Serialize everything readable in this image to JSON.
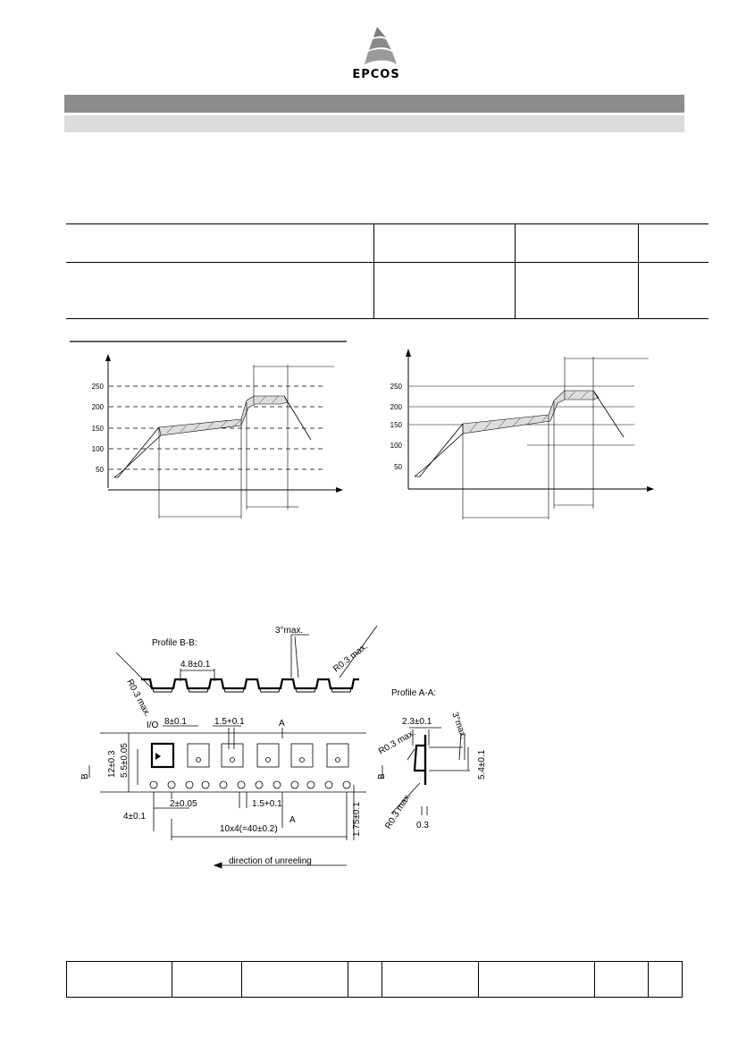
{
  "header": {
    "brand": "EPCOS"
  },
  "charts": {
    "left": {
      "yticks": [
        "250",
        "200",
        "150",
        "100",
        "50"
      ]
    },
    "right": {
      "yticks": [
        "250",
        "200",
        "150",
        "100",
        "50"
      ]
    }
  },
  "tape_drawing": {
    "profile_bb_label": "Profile B-B:",
    "profile_aa_label": "Profile A-A:",
    "dims": {
      "r03_left": "R0.3 max.",
      "r03_right": "R0.3 max.",
      "angle_3max_top": "3°max.",
      "pocket_4_8": "4.8±0.1",
      "io": "I/O",
      "pitch_8": "8±0.1",
      "hole_1_5_top": "1.5+0.1",
      "section_a_top": "A",
      "width_12": "12±0.3",
      "dist_5_5": "5.5±0.05",
      "section_b_left": "B",
      "section_b_right": "B",
      "dist_2": "2±0.05",
      "hole_1_5_bottom": "1.5+0.1",
      "pitch_4": "4±0.1",
      "section_a_bottom": "A",
      "cumulative": "10x4(=40±0.2)",
      "edge_1_75": "1.75±0.1",
      "pocket_2_3": "2.3±0.1",
      "r03_aa_top": "R0.3 max.",
      "angle_3max_aa": "3°max.",
      "depth_5_4": "5.4±0.1",
      "r03_aa_bottom": "R0.3 max.",
      "thickness": "0.3",
      "direction": "direction of unreeling"
    }
  }
}
